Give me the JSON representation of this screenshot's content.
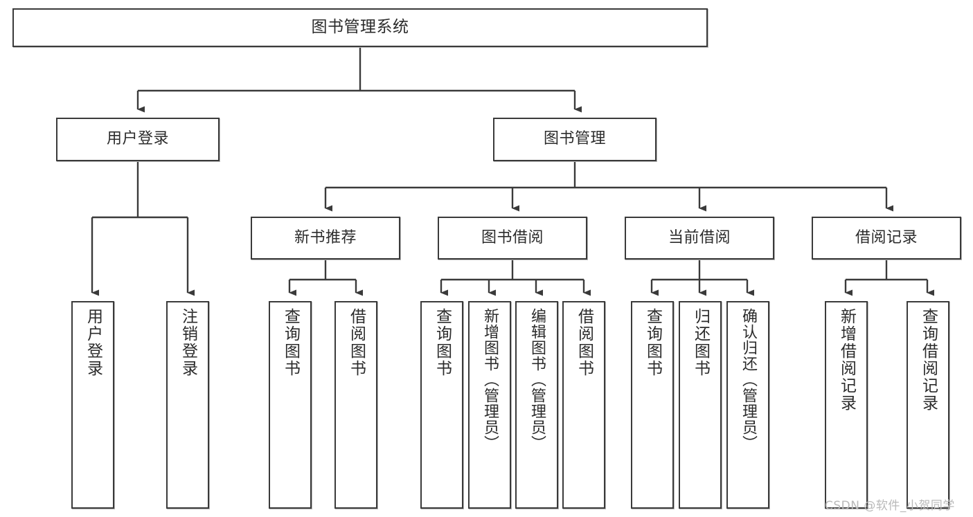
{
  "diagram": {
    "type": "tree",
    "title": "图书管理系统",
    "watermark": "CSDN @软件_小贺同学",
    "colors": {
      "box_border": "#3a3a3a",
      "box_fill": "#ffffff",
      "edge": "#3a3a3a",
      "text": "#2b2b2b",
      "watermark": "#b9b9b9"
    },
    "levels": {
      "root": {
        "label": "图书管理系统"
      },
      "level2": [
        {
          "label": "用户登录"
        },
        {
          "label": "图书管理"
        }
      ],
      "level3": [
        {
          "label": "新书推荐"
        },
        {
          "label": "图书借阅"
        },
        {
          "label": "当前借阅"
        },
        {
          "label": "借阅记录"
        }
      ],
      "leaves": {
        "user_login": [
          {
            "label": "用户登录"
          },
          {
            "label": "注销登录"
          }
        ],
        "new_book": [
          {
            "label": "查询图书"
          },
          {
            "label": "借阅图书"
          }
        ],
        "book_borrow": [
          {
            "label": "查询图书"
          },
          {
            "label": "新增图书（管理员）"
          },
          {
            "label": "编辑图书（管理员）"
          },
          {
            "label": "借阅图书"
          }
        ],
        "current_borrow": [
          {
            "label": "查询图书"
          },
          {
            "label": "归还图书"
          },
          {
            "label": "确认归还（管理员）"
          }
        ],
        "borrow_record": [
          {
            "label": "新增借阅记录"
          },
          {
            "label": "查询借阅记录"
          }
        ]
      }
    }
  }
}
